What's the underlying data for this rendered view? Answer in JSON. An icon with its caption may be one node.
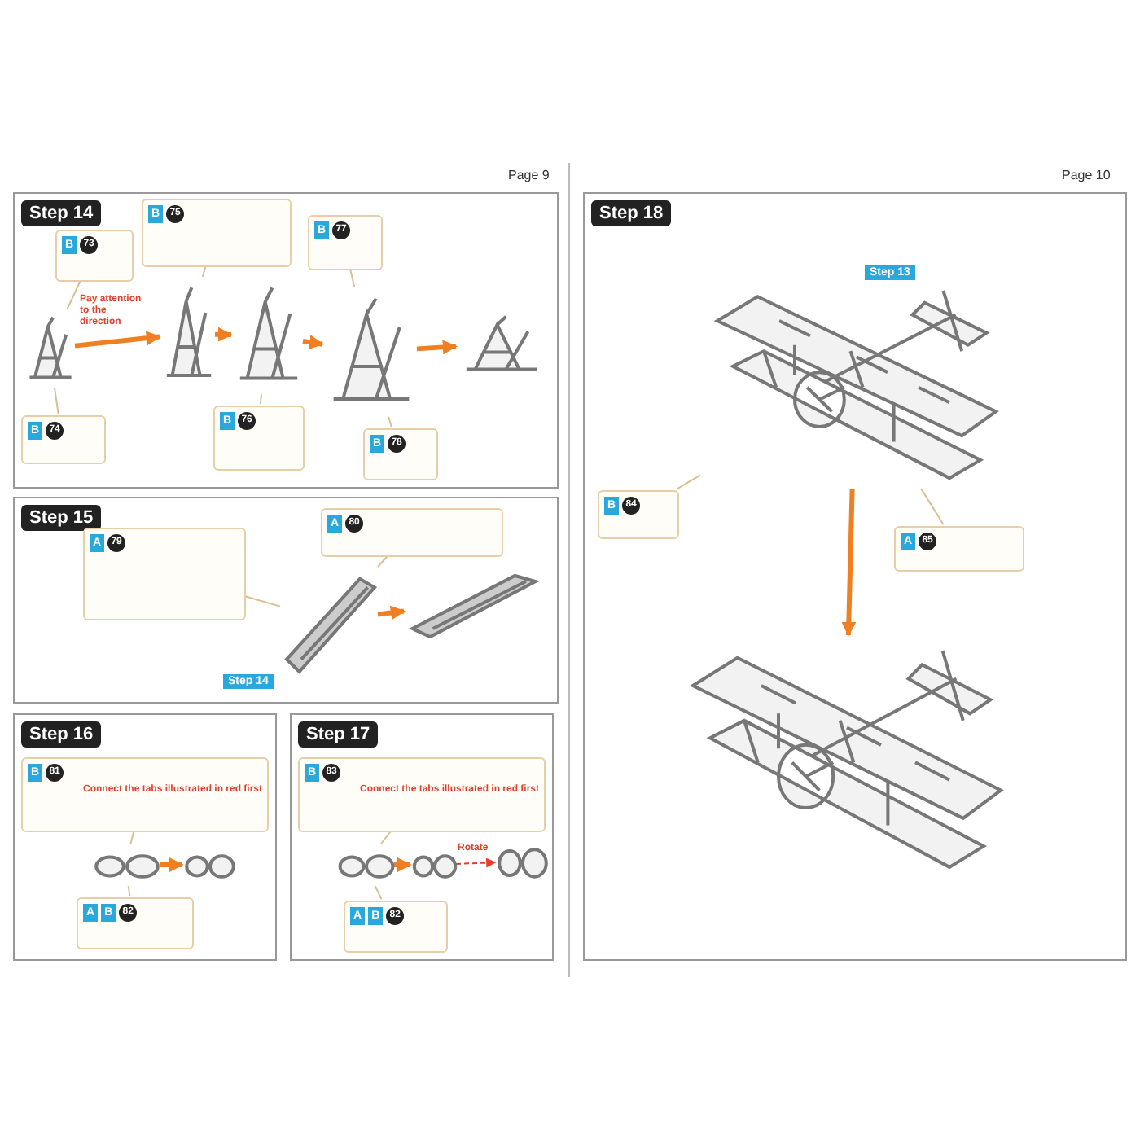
{
  "diagram": {
    "nodes": [
      {
        "text": [
          "Step 14"
        ]
      },
      {
        "text": [
          "B",
          "73"
        ],
        "in": 0
      },
      {
        "text": [
          "B",
          "75"
        ],
        "in": 0
      },
      {
        "text": [
          "B",
          "77"
        ],
        "in": 0
      },
      {
        "text": [
          "B",
          "74"
        ],
        "in": 0
      },
      {
        "text": [
          "B",
          "76"
        ],
        "in": 0
      },
      {
        "text": [
          "B",
          "78"
        ],
        "in": 0
      },
      {
        "text": [],
        "shape": "picture",
        "in": 0,
        "beside": [
          "Pay attention to the direction"
        ]
      },
      {
        "text": [],
        "shape": "picture",
        "in": 0
      },
      {
        "text": [],
        "shape": "picture",
        "in": 0
      },
      {
        "text": [],
        "shape": "picture",
        "in": 0
      },
      {
        "text": [],
        "shape": "picture",
        "in": 0
      },
      {
        "text": [
          "Step 15"
        ]
      },
      {
        "text": [
          "A",
          "79"
        ],
        "in": 12
      },
      {
        "text": [
          "A",
          "80"
        ],
        "in": 12
      },
      {
        "text": [],
        "shape": "picture",
        "in": 12,
        "beside": [
          "Step 14"
        ]
      },
      {
        "text": [],
        "shape": "picture",
        "in": 12
      },
      {
        "text": [
          "Step 16"
        ]
      },
      {
        "text": [
          "B",
          "81",
          "Connect the tabs illustrated in red first"
        ],
        "in": 17
      },
      {
        "text": [
          "A",
          "B",
          "82"
        ],
        "in": 17
      },
      {
        "text": [],
        "shape": "picture",
        "in": 17
      },
      {
        "text": [],
        "shape": "picture",
        "in": 17
      },
      {
        "text": [
          "Step 17"
        ]
      },
      {
        "text": [
          "B",
          "83",
          "Connect the tabs illustrated in red first"
        ],
        "in": 22
      },
      {
        "text": [
          "A",
          "B",
          "82"
        ],
        "in": 22
      },
      {
        "text": [],
        "shape": "picture",
        "in": 22
      },
      {
        "text": [],
        "shape": "picture",
        "in": 22
      },
      {
        "text": [],
        "shape": "picture",
        "in": 22
      },
      {
        "text": [
          "Step 18"
        ]
      },
      {
        "text": [
          "B",
          "84"
        ],
        "in": 28
      },
      {
        "text": [
          "A",
          "85"
        ],
        "in": 28
      },
      {
        "text": [],
        "shape": "picture",
        "in": 28,
        "beside": [
          "Step 13"
        ]
      },
      {
        "text": [],
        "shape": "picture",
        "in": 28
      }
    ],
    "edges": [
      {
        "from": 1,
        "to": 7,
        "arrow": "none"
      },
      {
        "from": 4,
        "to": 7,
        "arrow": "none"
      },
      {
        "from": 2,
        "to": 8,
        "arrow": "none"
      },
      {
        "from": 5,
        "to": 9,
        "arrow": "none"
      },
      {
        "from": 3,
        "to": 10,
        "arrow": "none"
      },
      {
        "from": 6,
        "to": 10,
        "arrow": "none"
      },
      {
        "from": 7,
        "to": 8,
        "arrow": "to",
        "style": "thick",
        "color": "#f07f22"
      },
      {
        "from": 8,
        "to": 9,
        "arrow": "to",
        "style": "thick",
        "color": "#f07f22"
      },
      {
        "from": 9,
        "to": 10,
        "arrow": "to",
        "style": "thick",
        "color": "#f07f22"
      },
      {
        "from": 10,
        "to": 11,
        "arrow": "to",
        "style": "thick",
        "color": "#f07f22"
      },
      {
        "from": 13,
        "to": 15,
        "arrow": "none"
      },
      {
        "from": 14,
        "to": 15,
        "arrow": "none"
      },
      {
        "from": 15,
        "to": 16,
        "arrow": "to",
        "style": "thick",
        "color": "#f07f22"
      },
      {
        "from": 18,
        "to": 20,
        "arrow": "none"
      },
      {
        "from": 19,
        "to": 20,
        "arrow": "none"
      },
      {
        "from": 20,
        "to": 21,
        "arrow": "to",
        "style": "thick",
        "color": "#f07f22"
      },
      {
        "from": 23,
        "to": 25,
        "arrow": "none"
      },
      {
        "from": 24,
        "to": 25,
        "arrow": "none"
      },
      {
        "from": 25,
        "to": 26,
        "arrow": "to",
        "style": "thick",
        "color": "#f07f22"
      },
      {
        "from": 26,
        "to": 27,
        "arrow": "to",
        "label": "Rotate",
        "style": "dashed",
        "color": "#e0402a"
      },
      {
        "from": 29,
        "to": 31,
        "arrow": "none"
      },
      {
        "from": 30,
        "to": 31,
        "arrow": "none"
      },
      {
        "from": 31,
        "to": 32,
        "arrow": "to",
        "style": "thick",
        "color": "#f07f22"
      }
    ],
    "labels": [
      "Page 9",
      "Page 10"
    ]
  }
}
